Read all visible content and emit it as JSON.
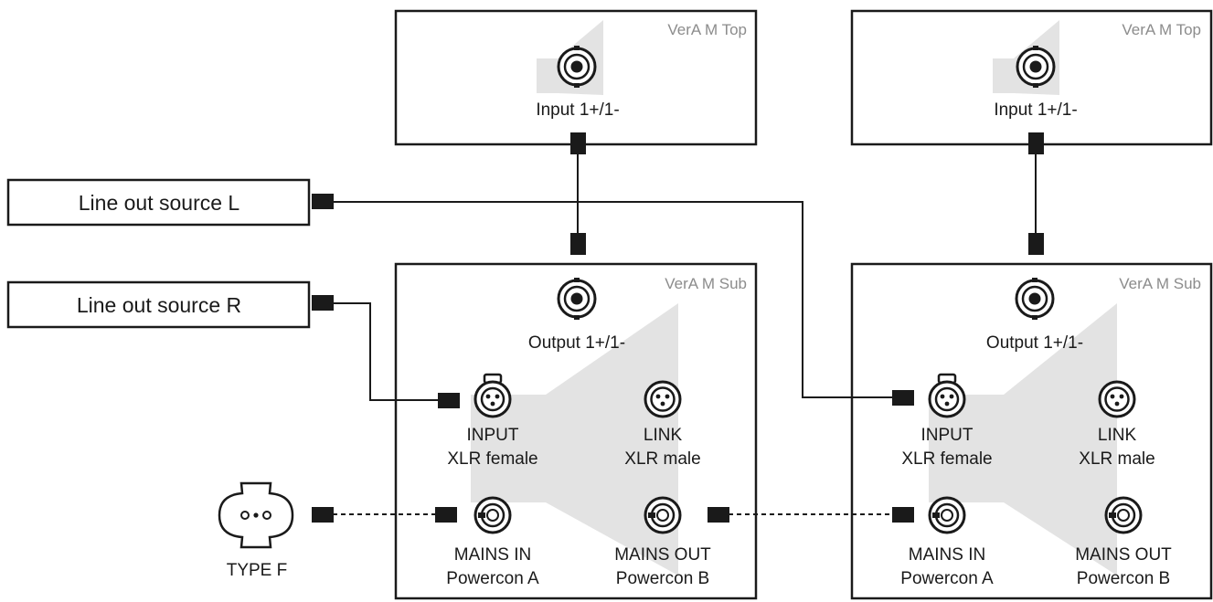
{
  "sources": {
    "left": {
      "label": "Line out source L"
    },
    "right": {
      "label": "Line out source R"
    }
  },
  "outlet": {
    "label": "TYPE F",
    "icon": "schuko-outlet-icon"
  },
  "tops": [
    {
      "title": "VerA M Top",
      "input_label": "Input  1+/1-"
    },
    {
      "title": "VerA M Top",
      "input_label": "Input  1+/1-"
    }
  ],
  "subs": [
    {
      "title": "VerA M Sub",
      "output_label": "Output  1+/1-",
      "input_label": "INPUT",
      "input_sub": "XLR female",
      "link_label": "LINK",
      "link_sub": "XLR male",
      "mains_in_label": "MAINS IN",
      "mains_in_sub": "Powercon A",
      "mains_out_label": "MAINS OUT",
      "mains_out_sub": "Powercon B"
    },
    {
      "title": "VerA M Sub",
      "output_label": "Output  1+/1-",
      "input_label": "INPUT",
      "input_sub": "XLR female",
      "link_label": "LINK",
      "link_sub": "XLR male",
      "mains_in_label": "MAINS IN",
      "mains_in_sub": "Powercon A",
      "mains_out_label": "MAINS OUT",
      "mains_out_sub": "Powercon B"
    }
  ],
  "colors": {
    "line": "#1a1a1a",
    "speaker_shape": "#e3e3e3",
    "box_title": "#8c8c8c"
  }
}
